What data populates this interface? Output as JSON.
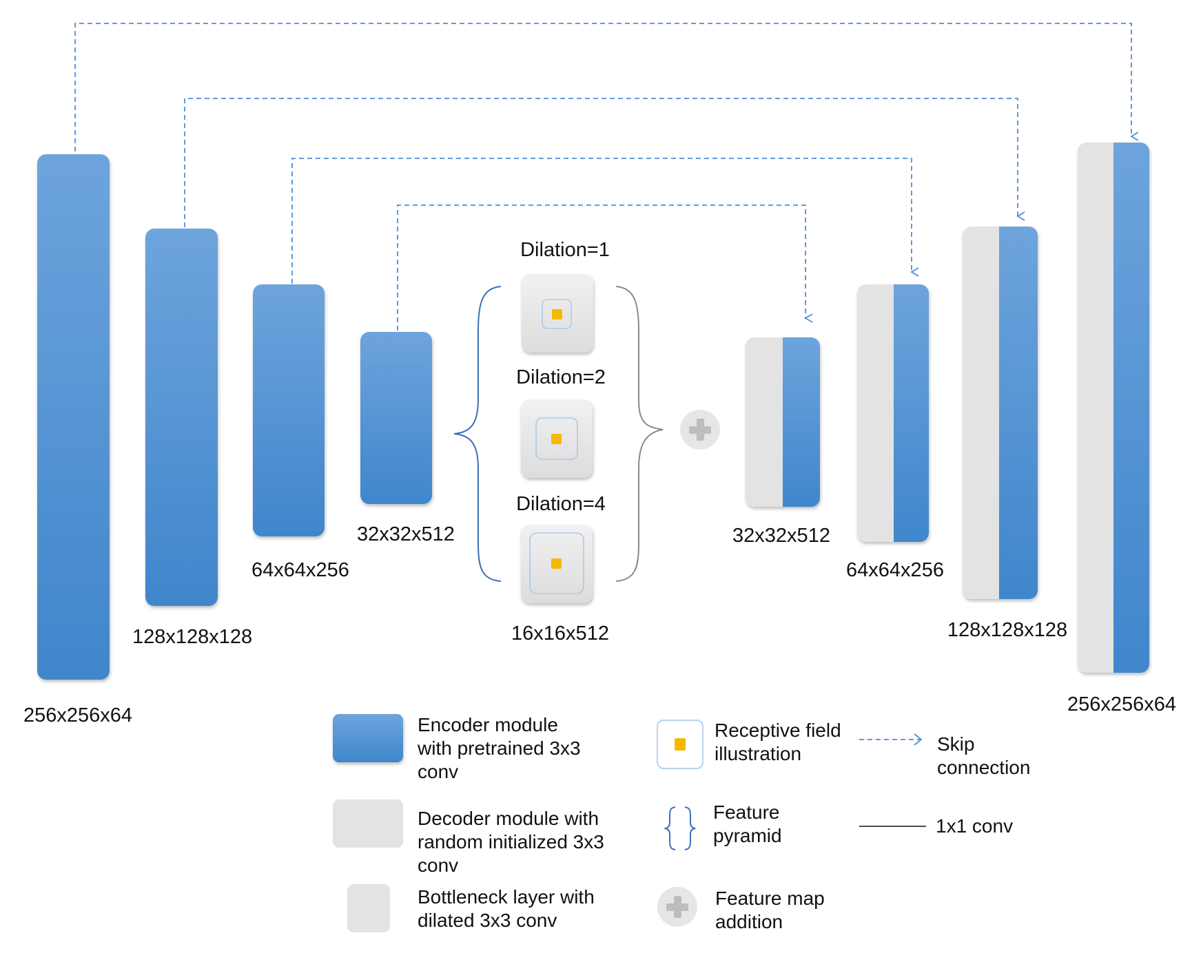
{
  "colors": {
    "encoder_top": "#6ea4dc",
    "encoder_bottom": "#3f86cc",
    "decoder_gray": "#e3e3e3",
    "skip_line": "#4a8fd6",
    "receptive_dot": "#f6b800",
    "brace_blue": "#3d6fb8",
    "brace_gray": "#8a8a8a",
    "plus_circle": "#e6e6e6",
    "plus_sign": "#bdbdbd"
  },
  "encoder": {
    "labels": [
      "256x256x64",
      "128x128x128",
      "64x64x256",
      "32x32x512"
    ]
  },
  "bottleneck": {
    "dilations": [
      "Dilation=1",
      "Dilation=2",
      "Dilation=4"
    ],
    "size_label": "16x16x512"
  },
  "decoder": {
    "labels": [
      "32x32x512",
      "64x64x256",
      "128x128x128",
      "256x256x64"
    ]
  },
  "legend": {
    "encoder_lines": [
      "Encoder module",
      "with pretrained 3x3",
      "conv"
    ],
    "decoder_lines": [
      "Decoder module with",
      "random initialized 3x3",
      "conv"
    ],
    "bottleneck_lines": [
      "Bottleneck layer with",
      "dilated 3x3 conv"
    ],
    "receptive_lines": [
      "Receptive field",
      "illustration"
    ],
    "pyramid_lines": [
      "Feature",
      "pyramid"
    ],
    "addition_lines": [
      "Feature map",
      "addition"
    ],
    "skip_lines": [
      "Skip",
      "connection"
    ],
    "conv1x1_lines": [
      "1x1 conv"
    ],
    "icons": {
      "encoder": "blue-rounded-rectangle",
      "decoder": "gray-rounded-rectangle",
      "bottleneck": "gray-rounded-square",
      "receptive": "yellow-square-in-outlined-box",
      "pyramid": "curly-braces",
      "addition": "plus-in-circle",
      "skip": "dashed-arrow",
      "conv1x1": "solid-line"
    }
  }
}
